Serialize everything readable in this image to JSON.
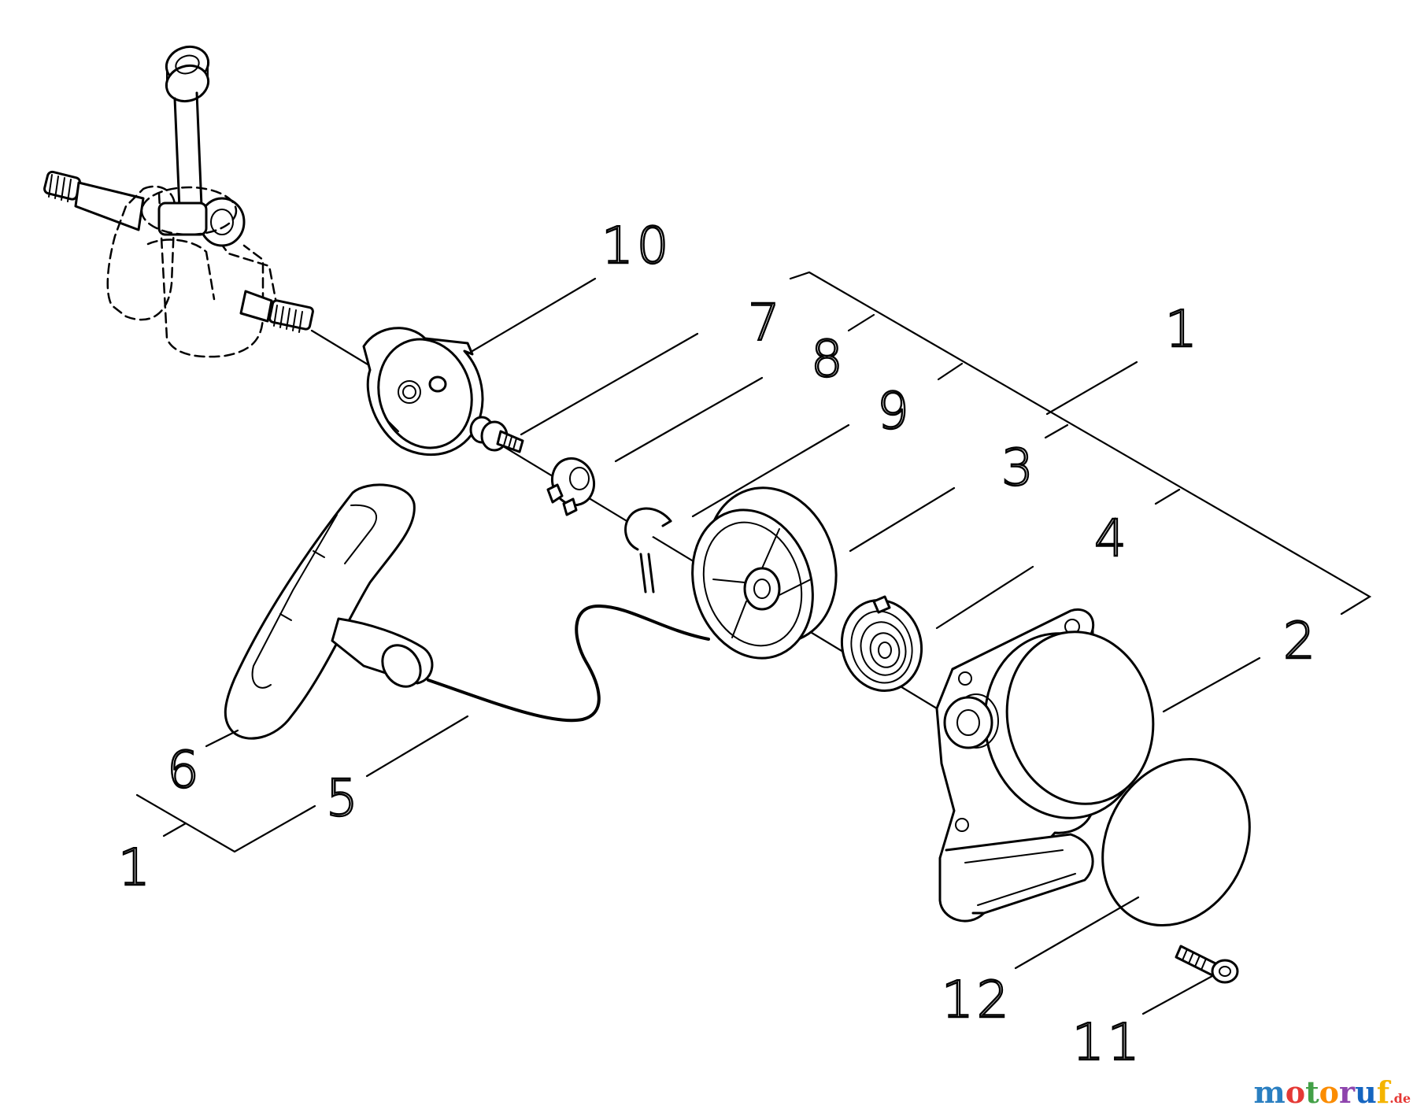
{
  "diagram": {
    "callouts": {
      "c10": "10",
      "c7": "7",
      "c8": "8",
      "c1_top": "1",
      "c9": "9",
      "c3": "3",
      "c4": "4",
      "c2": "2",
      "c6": "6",
      "c5": "5",
      "c1_bottom": "1",
      "c12": "12",
      "c11": "11"
    },
    "parts": [
      {
        "id": "crankshaft",
        "icon": "crankshaft-icon"
      },
      {
        "id": "pawl-plate",
        "icon": "plate-icon",
        "callout": "10"
      },
      {
        "id": "shoulder-bolt",
        "icon": "bolt-icon",
        "callout": "7"
      },
      {
        "id": "pawl",
        "icon": "pawl-icon",
        "callout": "8"
      },
      {
        "id": "spring-clip",
        "icon": "clip-icon",
        "callout": "9"
      },
      {
        "id": "rope-pulley",
        "icon": "pulley-icon",
        "callout": "3"
      },
      {
        "id": "recoil-spring",
        "icon": "spring-icon",
        "callout": "4"
      },
      {
        "id": "starter-housing",
        "icon": "housing-icon",
        "callout": "2"
      },
      {
        "id": "starter-rope",
        "icon": "rope-icon",
        "callout": "5"
      },
      {
        "id": "starter-handle",
        "icon": "handle-icon",
        "callout": "6"
      },
      {
        "id": "decal",
        "icon": "decal-icon",
        "callout": "12"
      },
      {
        "id": "screw",
        "icon": "screw-icon",
        "callout": "11"
      }
    ],
    "assembly_brackets": [
      "1",
      "1"
    ]
  },
  "watermark": {
    "letters": [
      "m",
      "o",
      "t",
      "o",
      "r",
      "u",
      "f"
    ],
    "suffix": ".de",
    "colors": [
      "#2a7fc1",
      "#e53935",
      "#43a047",
      "#fb8c00",
      "#8e44ad",
      "#1565c0",
      "#f4b400"
    ],
    "suffix_color": "#e53935"
  }
}
